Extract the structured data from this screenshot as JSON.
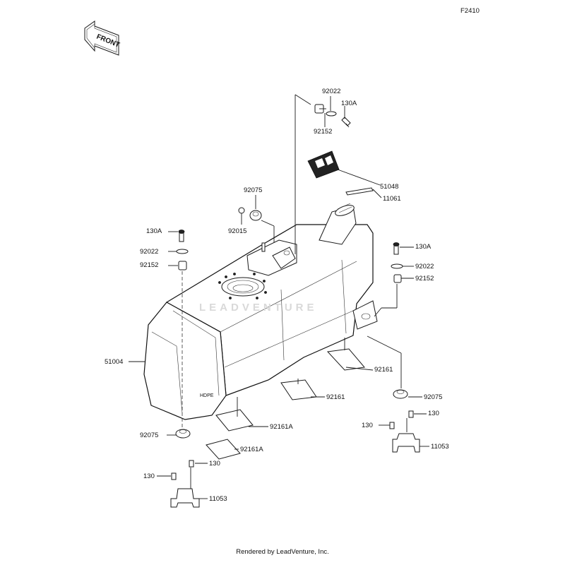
{
  "diagram_code": "F2410",
  "front_badge": "FRONT",
  "watermark": "LEADVENTURE",
  "footer": "Rendered by LeadVenture, Inc.",
  "parts": {
    "p92022_top": "92022",
    "p130A_top": "130A",
    "p92152_top": "92152",
    "p51048": "51048",
    "p11061": "11061",
    "p92075_top": "92075",
    "p92015": "92015",
    "p130A_left": "130A",
    "p92022_left": "92022",
    "p92152_left": "92152",
    "p130A_right": "130A",
    "p92022_right": "92022",
    "p92152_right": "92152",
    "p51004": "51004",
    "p92161_a": "92161",
    "p92161_b": "92161",
    "p92161A_a": "92161A",
    "p92161A_b": "92161A",
    "p92075_right": "92075",
    "p130_right_a": "130",
    "p130_right_b": "130",
    "p11053_right": "11053",
    "p92075_left": "92075",
    "p130_left_a": "130",
    "p130_left_b": "130",
    "p11053_left": "11053"
  }
}
